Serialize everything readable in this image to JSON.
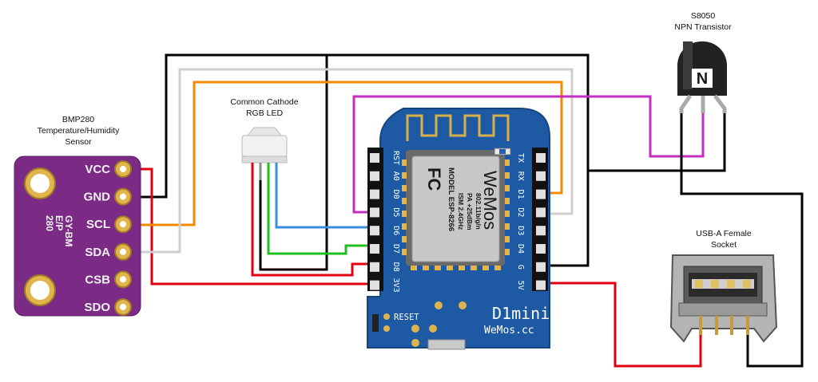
{
  "components": {
    "bmp280": {
      "title_lines": [
        "BMP280",
        "Temperature/Humidity",
        "Sensor"
      ],
      "pins": [
        "VCC",
        "GND",
        "SCL",
        "SDA",
        "CSB",
        "SDO"
      ],
      "board_text": [
        "GY-BM",
        "E/P",
        "280"
      ],
      "color": "#7b2a86"
    },
    "rgb_led": {
      "title_lines": [
        "Common Cathode",
        "RGB LED"
      ]
    },
    "transistor": {
      "title_lines": [
        "S8050",
        "NPN Transistor"
      ],
      "marking": "N"
    },
    "usb_socket": {
      "title_lines": [
        "USB-A Female",
        "Socket"
      ]
    },
    "d1mini": {
      "left_pins": [
        "RST",
        "A0",
        "D0",
        "D5",
        "D6",
        "D7",
        "D8",
        "3V3"
      ],
      "right_pins": [
        "TX",
        "RX",
        "D1",
        "D2",
        "D3",
        "D4",
        "G",
        "5V"
      ],
      "module_model": "MODEL ESP-8266",
      "module_lines": [
        "ISM 2.4GHz",
        "PA +25dBm",
        "802.11b/g/n"
      ],
      "module_brand": "WeMos",
      "fcc": "FC",
      "reset_label": "RESET",
      "name": "D1mini",
      "url": "WeMos.cc",
      "color": "#1d5aa3"
    }
  },
  "wire_colors": {
    "black": "#000000",
    "red": "#e0000f",
    "orange": "#f28a00",
    "grey": "#cfcfcf",
    "magenta": "#c22fbf",
    "blue": "#3b8de0",
    "green": "#1fbf1f"
  }
}
